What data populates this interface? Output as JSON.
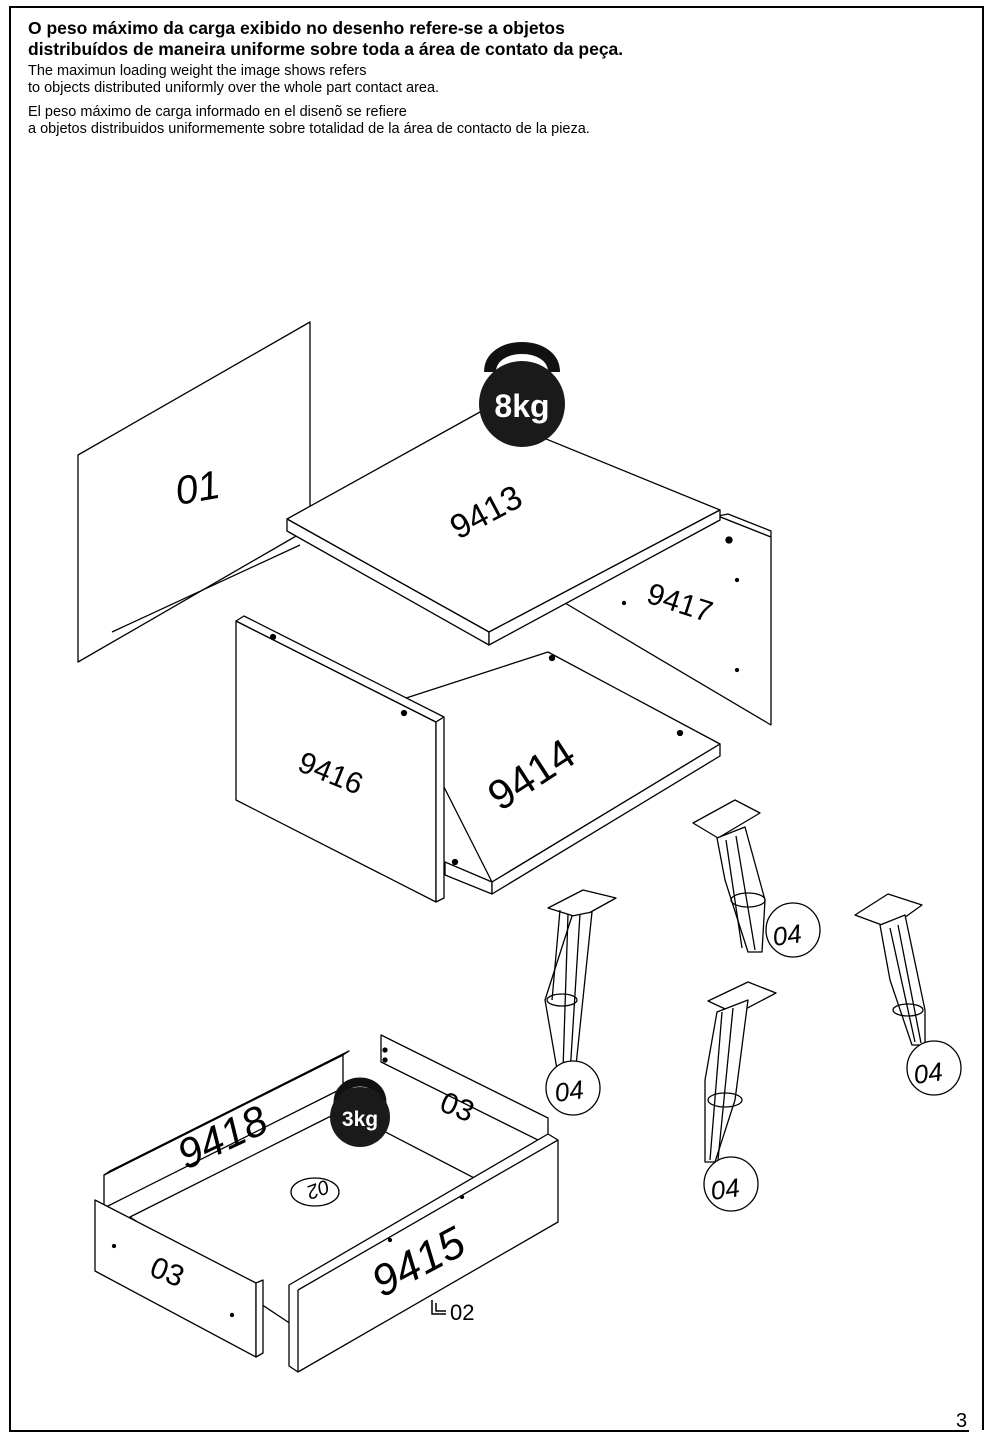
{
  "notice": {
    "pt": [
      "O peso máximo da carga exibido no desenho refere-se a objetos",
      "distribuídos de maneira uniforme sobre toda a área de contato da peça."
    ],
    "en": [
      "The maximun loading weight the image shows refers",
      "to objects distributed uniformly over the whole part contact area."
    ],
    "es": [
      "El peso máximo de carga informado en el disenõ se refiere",
      "a objetos distribuidos uniformemente sobre totalidad de la área de contacto de la pieza."
    ]
  },
  "weights": {
    "top": "8kg",
    "drawer": "3kg"
  },
  "parts": {
    "back_panel": "01",
    "top_panel": "9413",
    "right_side": "9417",
    "left_side": "9416",
    "bottom_panel": "9414",
    "drawer_back": "9418",
    "drawer_front": "9415",
    "drawer_side_right": "03",
    "drawer_side_left": "03",
    "drawer_bottom": "02",
    "drawer_bottom_ref": "02",
    "leg": "04"
  },
  "page_number": "3"
}
